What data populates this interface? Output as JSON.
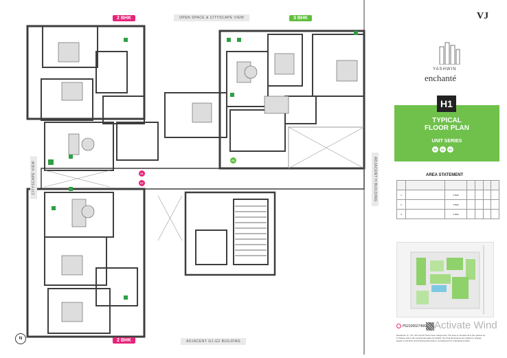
{
  "tags": {
    "top_2bhk": "2 BHK",
    "top_3bhk": "3 BHK",
    "bottom_2bhk": "2 BHK"
  },
  "views": {
    "top": "OPEN SPACE & CITYSCAPE VIEW",
    "left": "CITYSCAPE VIEW",
    "right": "ADJACENT H BUILDING",
    "bottom": "ADJACENT G1-G2 BUILDING"
  },
  "unit_markers": {
    "u01": "01",
    "u07": "07",
    "u02": "02"
  },
  "brand": {
    "vj": "VJ",
    "name_line1": "YASHWIN",
    "name_line2": "enchanté"
  },
  "plan_card": {
    "code": "H1",
    "title_line1": "TYPICAL",
    "title_line2": "FLOOR PLAN",
    "series_label": "UNIT SERIES",
    "series": [
      "01",
      "02",
      "07"
    ]
  },
  "area_statement": {
    "title": "AREA STATEMENT",
    "rows": [
      [
        "1",
        "",
        "2 BHK",
        "",
        "",
        "",
        ""
      ],
      [
        "2",
        "",
        "3 BHK",
        "",
        "",
        "",
        ""
      ],
      [
        "3",
        "",
        "2 BHK",
        "",
        "",
        "",
        ""
      ]
    ]
  },
  "footer": {
    "rera": "P52100027456",
    "watermark": "Activate Wind",
    "disclaimer": "Disclaimer: 6\", 10\", 18\" and 23\" floors have refuge area. The area is rounded off to the nearest sq. ft. Please refer to the sanctioned plans for details. The final dimensions are subject to change based on the RCC and finishing dimensions, considered from unfinished surface."
  },
  "compass": "N",
  "colors": {
    "pink": "#e6247a",
    "green": "#5fbf3b",
    "card_green": "#6fc14b",
    "wall": "#3d3d3d"
  }
}
